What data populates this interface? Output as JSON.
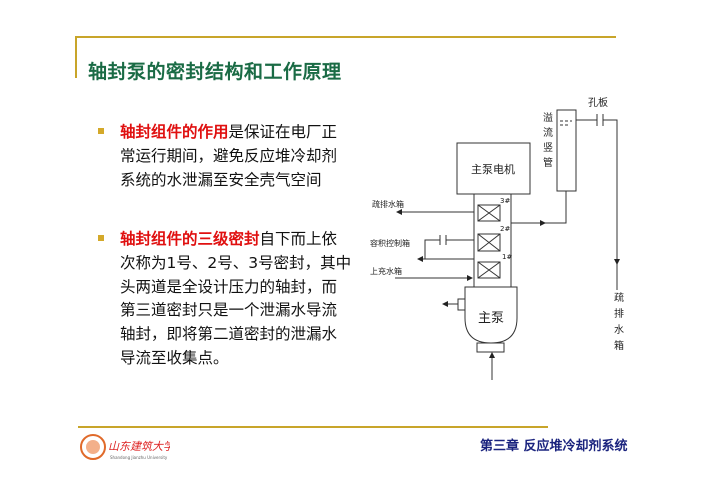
{
  "title": "轴封泵的密封结构和工作原理",
  "bullets": [
    {
      "highlight": "轴封组件的作用",
      "text": "是保证在电厂正常运行期间，避免反应堆冷却剂系统的水泄漏至安全壳气空间"
    },
    {
      "highlight": "轴封组件的三级密封",
      "text": "自下而上依次称为1号、2号、3号密封，其中头两道是全设计压力的轴封，而第三道密封只是一个泄漏水导流轴封，即将第二道密封的泄漏水导流至收集点。"
    }
  ],
  "diagram": {
    "motor": "主泵电机",
    "pump": "主泵",
    "standpipe": "溢流竖管",
    "orifice": "孔板",
    "drain_tank_left": "疏排水箱",
    "vct": "容积控制箱",
    "head_tank": "上充水箱",
    "drain_tank_right": "疏排水箱",
    "seal3": "3#",
    "seal2": "2#",
    "seal1": "1#"
  },
  "footer": {
    "chapter": "第三章  反应堆冷却剂系统",
    "logo_text": "山东建筑大学",
    "logo_subtext": "Shandong Jianzhu University"
  },
  "colors": {
    "accent": "#c8a52a",
    "title": "#1a6b45",
    "highlight": "#e01010"
  }
}
